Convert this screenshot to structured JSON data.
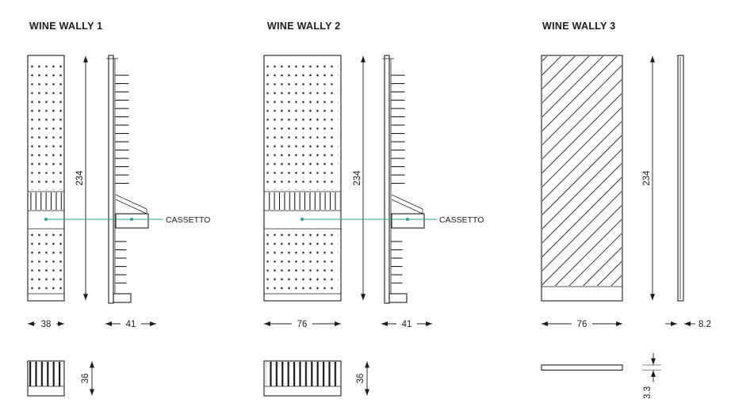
{
  "colors": {
    "line": "#1c1c1c",
    "accent": "#2f9e8e",
    "bg": "#ffffff"
  },
  "products": [
    {
      "title": "WINE WALLY 1",
      "labels": {
        "drawer": "CASSETTO"
      },
      "dims": {
        "height": "234",
        "front_width": "38",
        "side_depth": "41",
        "base_height": "36"
      }
    },
    {
      "title": "WINE WALLY 2",
      "labels": {
        "drawer": "CASSETTO"
      },
      "dims": {
        "height": "234",
        "front_width": "76",
        "side_depth": "41",
        "base_height": "36"
      }
    },
    {
      "title": "WINE WALLY 3",
      "dims": {
        "height": "234",
        "front_width": "76",
        "side_depth": "8.2",
        "base_height": "3.3"
      }
    }
  ]
}
